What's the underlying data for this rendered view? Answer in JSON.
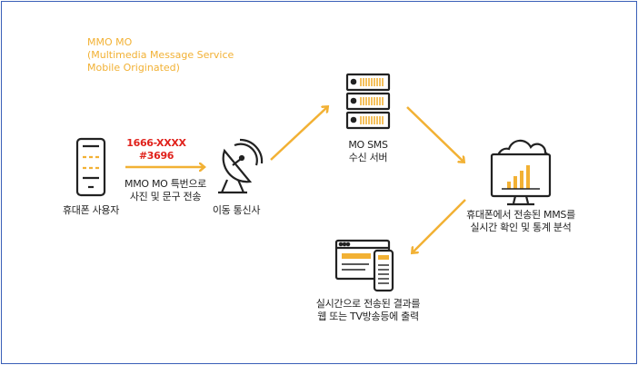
{
  "diagram": {
    "title_lines": [
      "MMO MO",
      "(Multimedia Message Service",
      "Mobile Originated)"
    ],
    "nodes": {
      "phone": {
        "label": "휴대폰 사용자",
        "icon": "smartphone-icon"
      },
      "telecom": {
        "label": "이동 통신사",
        "icon": "satellite-dish-icon"
      },
      "server": {
        "label_lines": [
          "MO SMS",
          "수신 서버"
        ],
        "icon": "server-rack-icon"
      },
      "monitor": {
        "label_lines": [
          "휴대폰에서 전송된 MMS를",
          "실시간 확인 및 통계 분석"
        ],
        "icon": "monitor-chart-icon"
      },
      "output": {
        "label_lines": [
          "실시간으로 전송된 결과를",
          "웹 또는 TV방송등에 출력"
        ],
        "icon": "web-tv-remote-icon"
      }
    },
    "send_code": [
      "1666-XXXX",
      "#3696"
    ],
    "send_action": [
      "MMO MO 특번으로",
      "사진 및 문구 전송"
    ],
    "colors": {
      "accent": "#f2b134",
      "highlight": "#e0211b",
      "icon_stroke": "#222222",
      "border": "#3a5fb8"
    }
  }
}
